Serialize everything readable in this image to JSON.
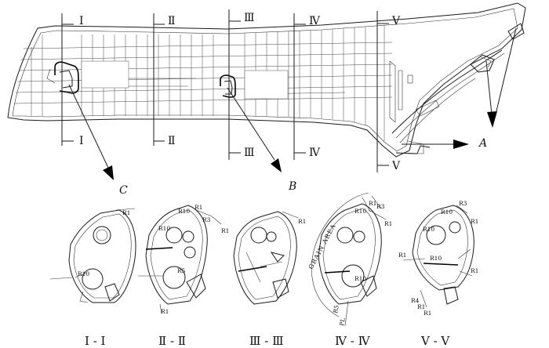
{
  "cut_labels_top": [
    "Ⅰ",
    "Ⅱ",
    "Ⅲ",
    "Ⅳ",
    "Ⅴ"
  ],
  "cut_labels_bottom": [
    "Ⅰ",
    "Ⅱ",
    "Ⅲ",
    "Ⅳ",
    "Ⅴ"
  ],
  "detail_labels": {
    "a": "A",
    "b": "B",
    "c": "C"
  },
  "section_titles": [
    "Ⅰ - Ⅰ",
    "Ⅱ - Ⅱ",
    "Ⅲ - Ⅲ",
    "Ⅳ - Ⅳ",
    "Ⅴ - Ⅴ"
  ],
  "radius_labels": {
    "r1": "R1",
    "r10": "R10",
    "r3": "R3",
    "r5": "R5",
    "r4": "R4"
  },
  "annotations": {
    "grain_area": "GRAIN AREA",
    "pl": "PL"
  }
}
